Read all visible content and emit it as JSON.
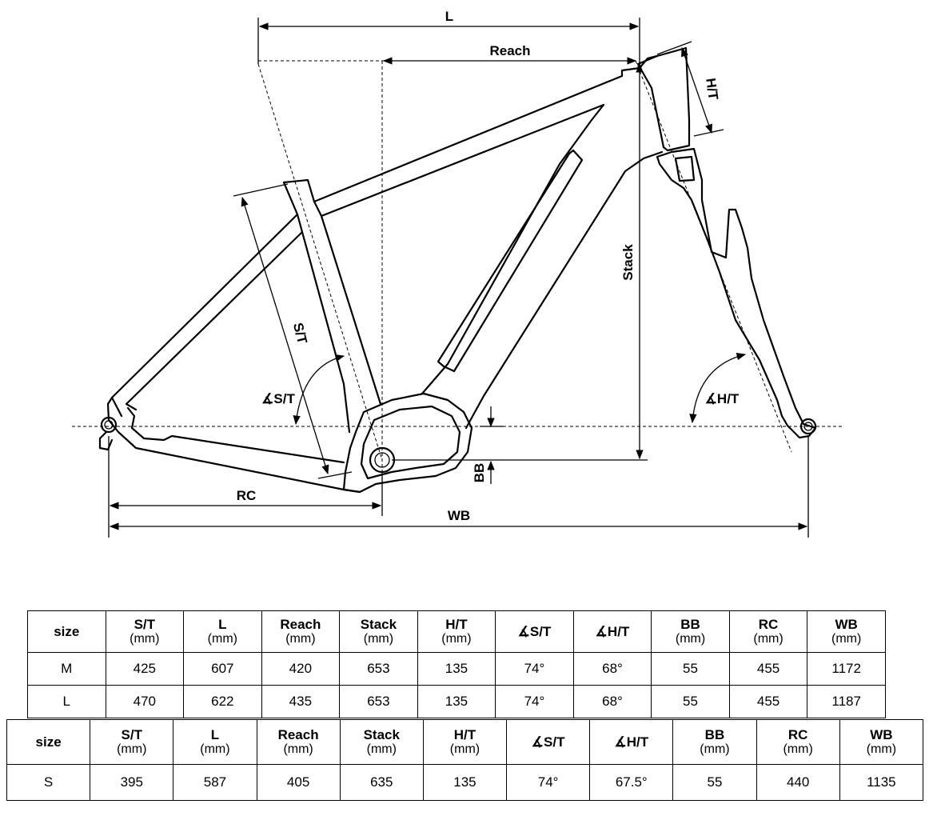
{
  "diagram": {
    "labels": {
      "L": "L",
      "reach": "Reach",
      "ht": "H/T",
      "stack": "Stack",
      "st": "S/T",
      "st_angle": "∡S/T",
      "ht_angle": "∡H/T",
      "bb": "BB",
      "rc": "RC",
      "wb": "WB"
    }
  },
  "tables": [
    {
      "headers": [
        {
          "main": "size",
          "unit": ""
        },
        {
          "main": "S/T",
          "unit": "(mm)"
        },
        {
          "main": "L",
          "unit": "(mm)"
        },
        {
          "main": "Reach",
          "unit": "(mm)"
        },
        {
          "main": "Stack",
          "unit": "(mm)"
        },
        {
          "main": "H/T",
          "unit": "(mm)"
        },
        {
          "main": "∡S/T",
          "unit": ""
        },
        {
          "main": "∡H/T",
          "unit": ""
        },
        {
          "main": "BB",
          "unit": "(mm)"
        },
        {
          "main": "RC",
          "unit": "(mm)"
        },
        {
          "main": "WB",
          "unit": "(mm)"
        }
      ],
      "rows": [
        [
          "M",
          "425",
          "607",
          "420",
          "653",
          "135",
          "74°",
          "68°",
          "55",
          "455",
          "1172"
        ],
        [
          "L",
          "470",
          "622",
          "435",
          "653",
          "135",
          "74°",
          "68°",
          "55",
          "455",
          "1187"
        ]
      ]
    },
    {
      "headers": [
        {
          "main": "size",
          "unit": ""
        },
        {
          "main": "S/T",
          "unit": "(mm)"
        },
        {
          "main": "L",
          "unit": "(mm)"
        },
        {
          "main": "Reach",
          "unit": "(mm)"
        },
        {
          "main": "Stack",
          "unit": "(mm)"
        },
        {
          "main": "H/T",
          "unit": "(mm)"
        },
        {
          "main": "∡S/T",
          "unit": ""
        },
        {
          "main": "∡H/T",
          "unit": ""
        },
        {
          "main": "BB",
          "unit": "(mm)"
        },
        {
          "main": "RC",
          "unit": "(mm)"
        },
        {
          "main": "WB",
          "unit": "(mm)"
        }
      ],
      "rows": [
        [
          "S",
          "395",
          "587",
          "405",
          "635",
          "135",
          "74°",
          "67.5°",
          "55",
          "440",
          "1135"
        ]
      ]
    }
  ]
}
